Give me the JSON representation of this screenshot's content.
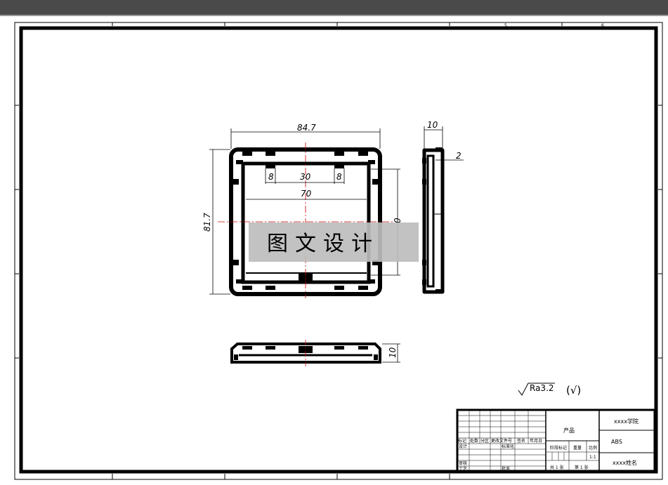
{
  "dimensions": {
    "width_top": "84.7",
    "height_left": "81.7",
    "slot_left": "8",
    "slot_center": "30",
    "slot_right": "8",
    "inner_width": "70",
    "inner_height_partial": "0",
    "side_thickness": "10",
    "wall": "2",
    "bottom_height": "10"
  },
  "roughness": {
    "value": "Ra3.2",
    "note": "(√)"
  },
  "watermark": "图文设计",
  "title_block": {
    "school": "xxxx学院",
    "product": "产品",
    "material": "ABS",
    "owner": "xxxx姓名",
    "scale": "1:1",
    "rev_headers": [
      "标记",
      "处数",
      "分区",
      "更改文件号",
      "签名",
      "年月日"
    ],
    "design": "设计",
    "standardize": "标准化",
    "review": "审核",
    "process": "工艺",
    "approve": "批准",
    "stage_label": "阶段标记",
    "weight_label": "重量",
    "scale_label": "比例",
    "sheets": "共 1 张",
    "sheet_no": "第 1 张"
  },
  "border_marks": {
    "top": [
      "5",
      "6"
    ]
  }
}
